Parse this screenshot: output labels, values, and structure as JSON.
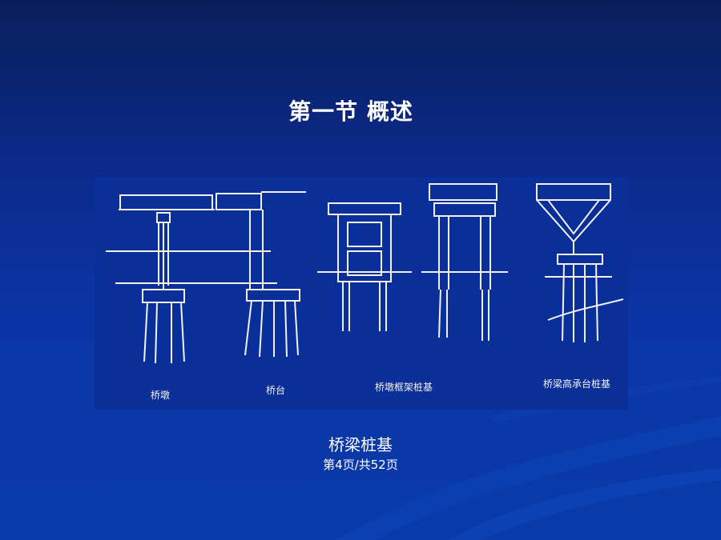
{
  "slide": {
    "title": "第一节 概述",
    "caption": "桥梁桩基",
    "page_indicator": "第4页/共52页"
  },
  "figure": {
    "labels": {
      "pier": "桥墩",
      "abutment": "桥台",
      "tie_beam_pile": "桥墩框架桩基",
      "high_cap_pile": "桥梁高承台桩基"
    }
  },
  "colors": {
    "background_top": "#0a1e5a",
    "background_bottom": "#0a3aa8",
    "drawing_paper": "#f2f2f2",
    "ink": "#1a1a1a",
    "text": "#ffffff"
  }
}
